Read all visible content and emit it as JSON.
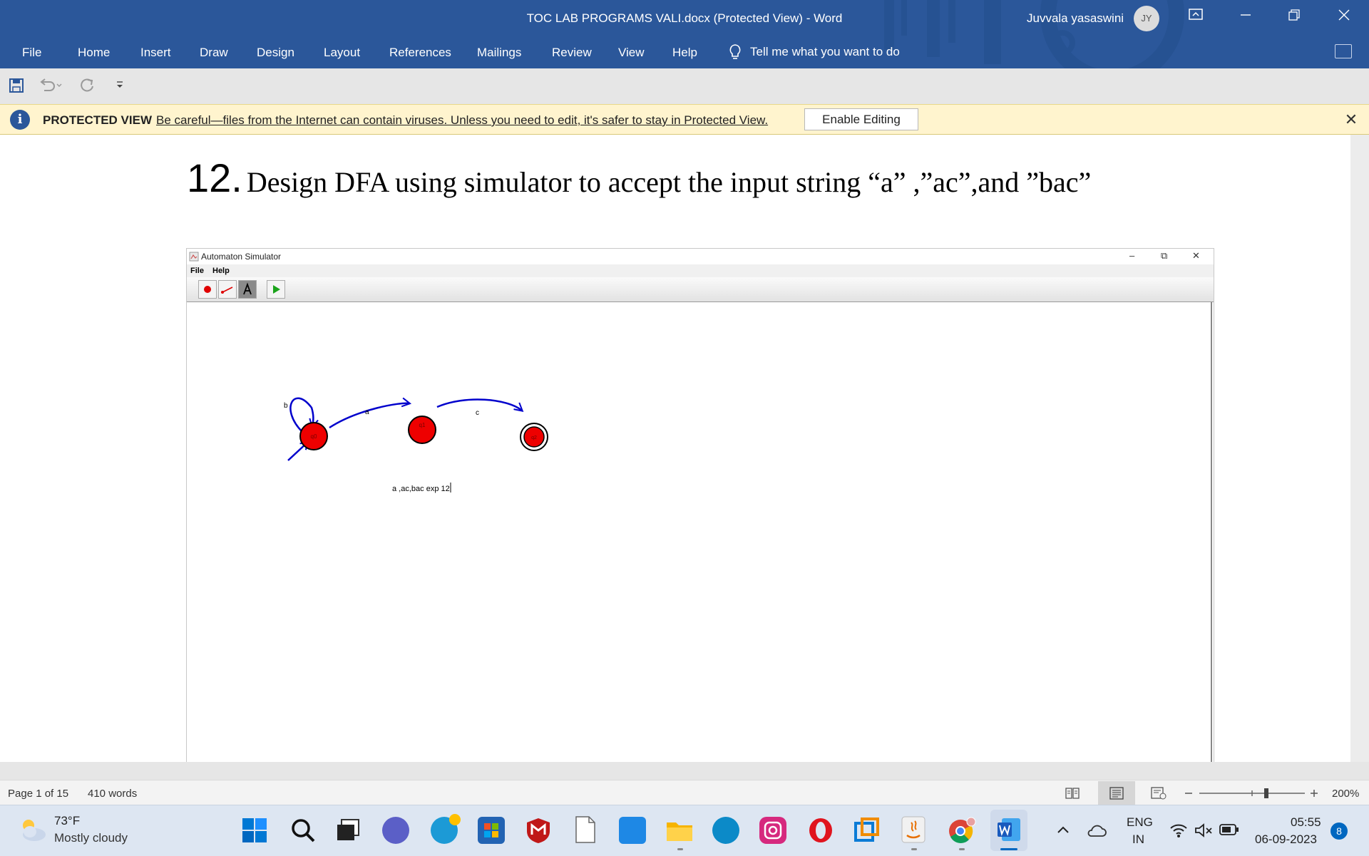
{
  "window": {
    "title": "TOC LAB PROGRAMS VALI.docx (Protected View)  -  Word",
    "user": "Juvvala yasaswini",
    "avatar_initials": "JY",
    "accent": "#2b579a"
  },
  "ribbon": {
    "tabs": [
      "File",
      "Home",
      "Insert",
      "Draw",
      "Design",
      "Layout",
      "References",
      "Mailings",
      "Review",
      "View",
      "Help"
    ],
    "tellme": "Tell me what you want to do"
  },
  "protected_view": {
    "label": "PROTECTED VIEW",
    "message": "Be careful—files from the Internet can contain viruses. Unless you need to edit, it's safer to stay in Protected View.",
    "button": "Enable Editing"
  },
  "document": {
    "heading_number": "12.",
    "heading_text": "Design DFA  using simulator to accept the input string “a” ,”ac”,and ”bac”"
  },
  "simulator": {
    "title": "Automaton Simulator",
    "menus": [
      "File",
      "Help"
    ],
    "diagram": {
      "states": [
        "q0",
        "q1",
        "q2"
      ],
      "transitions": [
        {
          "from": "q0",
          "to": "q0",
          "label": "b"
        },
        {
          "from": "q0",
          "to": "q1",
          "label": "a"
        },
        {
          "from": "q1",
          "to": "q2",
          "label": "c"
        }
      ],
      "start_state": "q0",
      "accept_states": [
        "q2"
      ],
      "caption": "a ,ac,bac exp 12"
    }
  },
  "status": {
    "page": "Page 1 of 15",
    "words": "410 words",
    "zoom": "200%"
  },
  "taskbar": {
    "temp": "73°F",
    "weather": "Mostly cloudy",
    "lang_line1": "ENG",
    "lang_line2": "IN",
    "time": "05:55",
    "date": "06-09-2023",
    "notifications": "8"
  }
}
